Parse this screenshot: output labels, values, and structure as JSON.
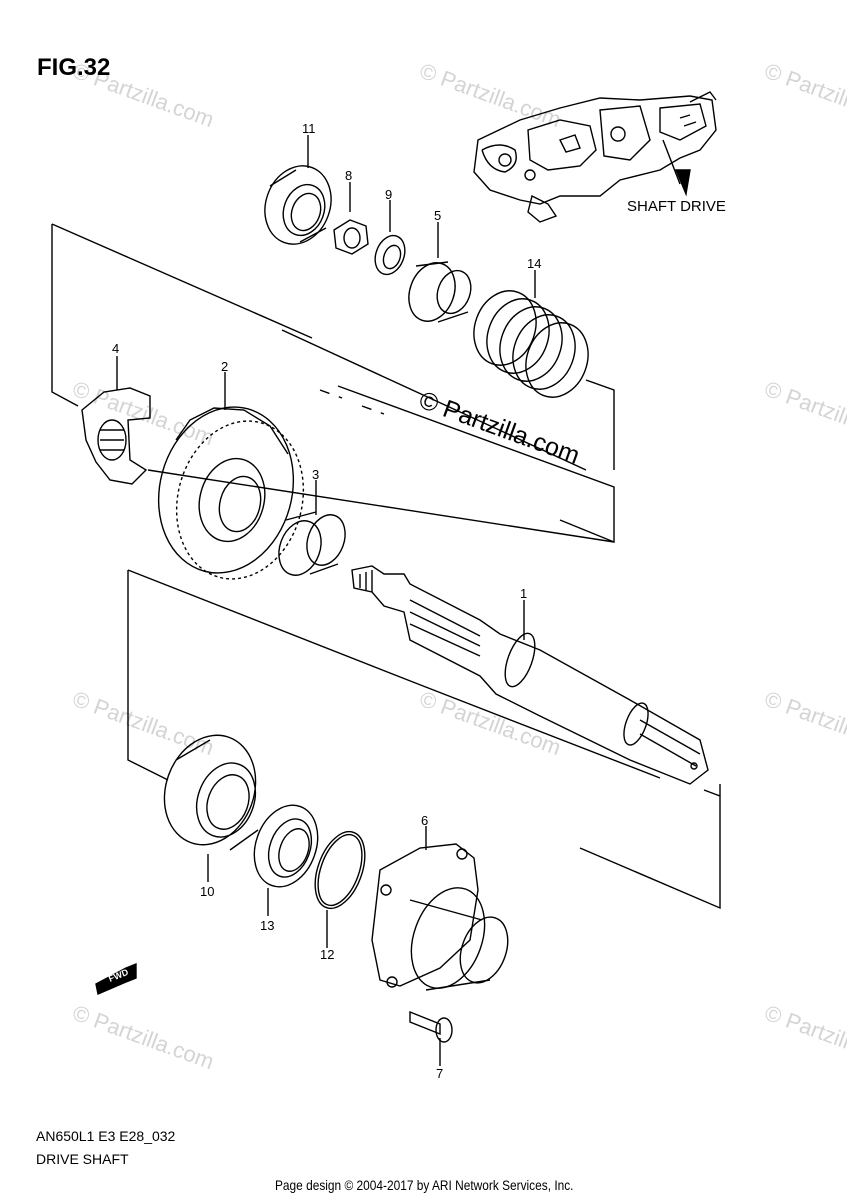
{
  "figure_title": "FIG.32",
  "inset_label": "SHAFT DRIVE",
  "center_watermark": "© Partzilla.com",
  "bg_watermark": "© Partzilla.com",
  "fwd_label": "FWD",
  "part_numbers": [
    "1",
    "2",
    "3",
    "4",
    "5",
    "6",
    "7",
    "8",
    "9",
    "10",
    "11",
    "12",
    "13",
    "14"
  ],
  "footer": {
    "code": "AN650L1 E3 E28_032",
    "name": "DRIVE SHAFT",
    "credit": "Page design © 2004-2017 by ARI Network Services, Inc."
  }
}
